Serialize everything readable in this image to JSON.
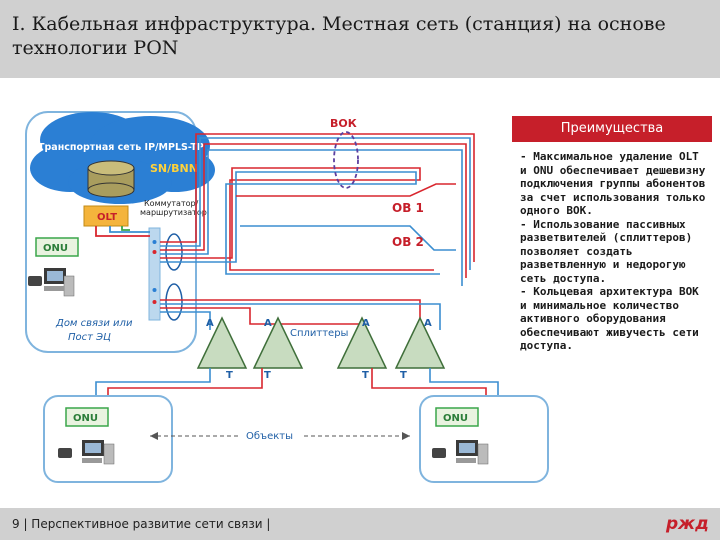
{
  "title": "I. Кабельная инфраструктура. Местная сеть (станция) на основе технологии PON",
  "footer": {
    "page_number": "9",
    "text": "9 | Перспективное развитие сети связи |"
  },
  "logo": {
    "text": "ржд",
    "color": "#c61f2a"
  },
  "advantages": {
    "header": "Преимущества",
    "items": [
      "- Максимальное удаление OLT и ONU обеспечивает дешевизну подключения группы абонентов за счет использования только одного ВОК.",
      "- Использование пассивных разветвителей (сплиттеров) позволяет создать разветвленную и недорогую сеть доступа.",
      "- Кольцевая архитектура ВОК и минимальное количество активного оборудования обеспечивают живучесть сети доступа."
    ]
  },
  "diagram": {
    "transport_network": "Транспортная сеть IP/MPLS-TP",
    "snbnn": "SN/BNN",
    "switch_label_1": "Коммутатор/",
    "switch_label_2": "маршрутизатор",
    "olt": "OLT",
    "onu_station": "ONU",
    "station_label_1": "Дом связи или",
    "station_label_2": "Пост ЭЦ",
    "vok": "ВОК",
    "ob1": "ОВ 1",
    "ob2": "ОВ 2",
    "splitters": "Сплиттеры",
    "splitter_input": "A",
    "splitter_output": "T",
    "onu_left": "ONU",
    "onu_right": "ONU",
    "objects": "Объекты"
  },
  "colors": {
    "red": "#d9262e",
    "blue": "#3b8ed0",
    "green": "#3aa64a",
    "orange": "#e8a020",
    "cloud": "#2b7fd4",
    "frame": "#7fb4de"
  }
}
